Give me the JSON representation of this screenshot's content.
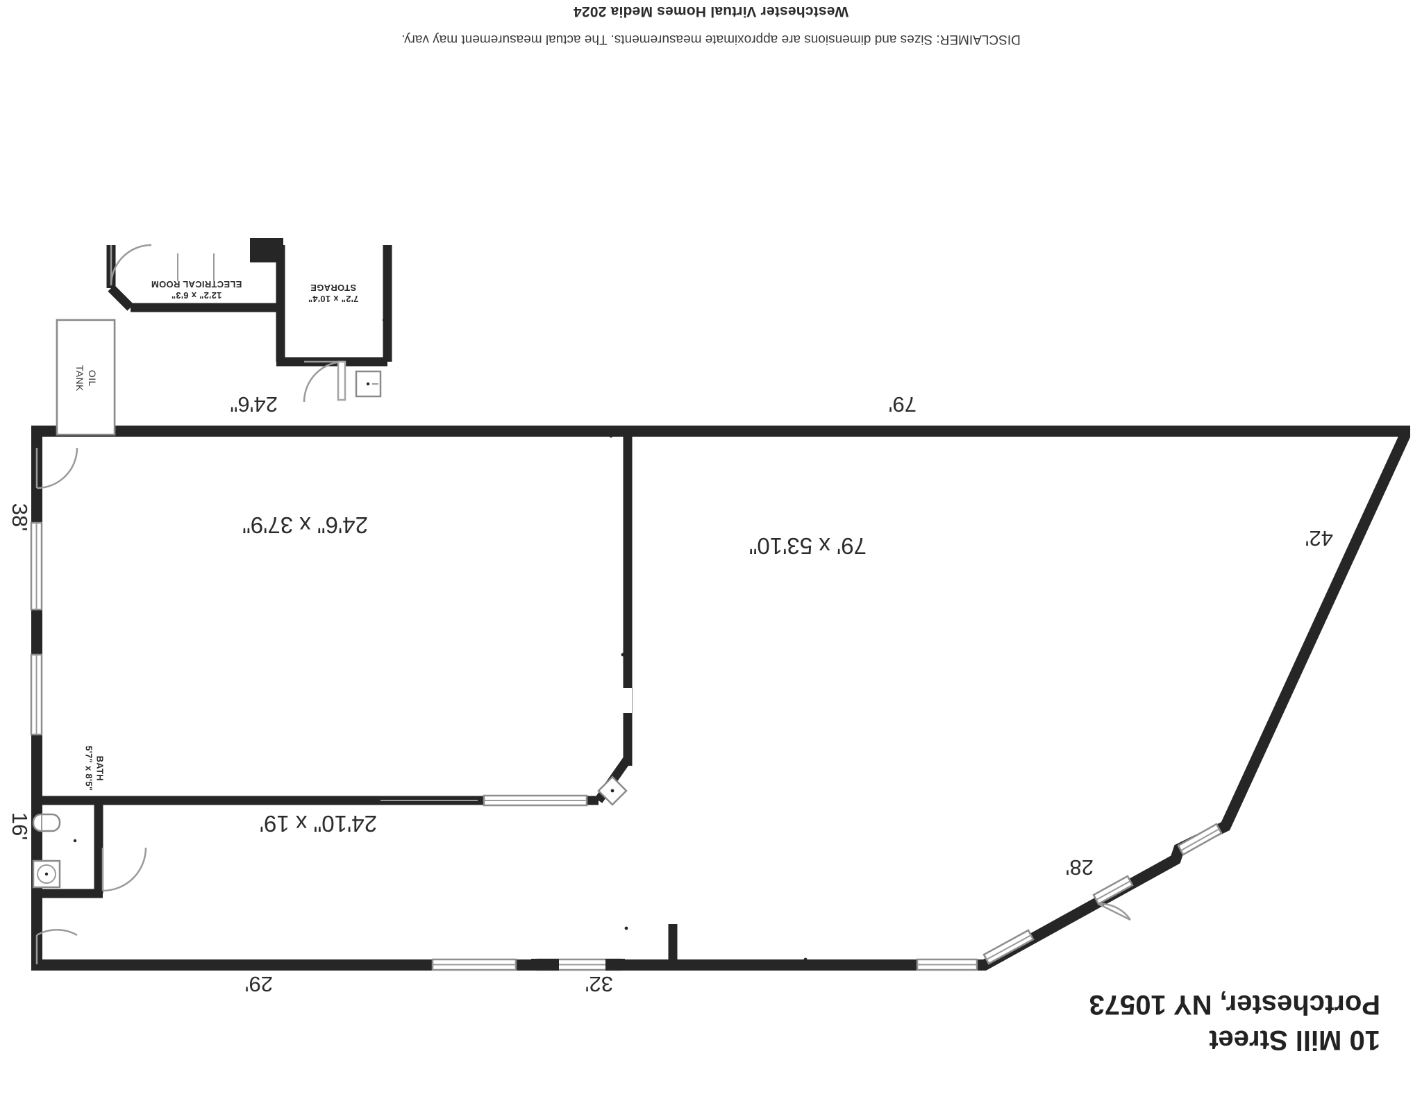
{
  "document": {
    "title_line1": "10 Mill Street",
    "title_line2": "Portchester, NY 10573",
    "credit": "Westchester Virtual Homes Media 2024",
    "disclaimer": "DISCLAIMER: Sizes and dimensions are approximate measurements. The actual measurement may vary.",
    "orientation": "rotated-180",
    "ink_color": "#2b2b2b",
    "wall_color": "#262626",
    "background_color": "#ffffff"
  },
  "perimeter_dimensions": [
    {
      "name": "top-left-run",
      "value": "32'"
    },
    {
      "name": "top-right-run",
      "value": "29'"
    },
    {
      "name": "upper-diagonal",
      "value": "28'"
    },
    {
      "name": "long-diagonal",
      "value": "42'"
    },
    {
      "name": "bottom-long-run",
      "value": "79'"
    },
    {
      "name": "bottom-right-run",
      "value": "24'6\""
    },
    {
      "name": "right-lower-run",
      "value": "38'"
    },
    {
      "name": "right-upper-run",
      "value": "16'"
    }
  ],
  "rooms": [
    {
      "name": "main-open-area",
      "label": "",
      "dimension": "79' x 53'10\""
    },
    {
      "name": "upper-right-room",
      "label": "",
      "dimension": "24'10\" x 19'"
    },
    {
      "name": "lower-right-room",
      "label": "",
      "dimension": "24'6\" x 37'9\""
    },
    {
      "name": "bath",
      "label": "BATH",
      "dimension": "5'7\" x 8'5\""
    },
    {
      "name": "storage",
      "label": "STORAGE",
      "dimension": "7'2\" x 10'4\""
    },
    {
      "name": "electrical-room",
      "label": "ELECTRICAL ROOM",
      "dimension": "12'2\" x 6'3\""
    }
  ],
  "fixtures": [
    {
      "name": "oil-tank",
      "label_line1": "OIL",
      "label_line2": "TANK"
    }
  ]
}
